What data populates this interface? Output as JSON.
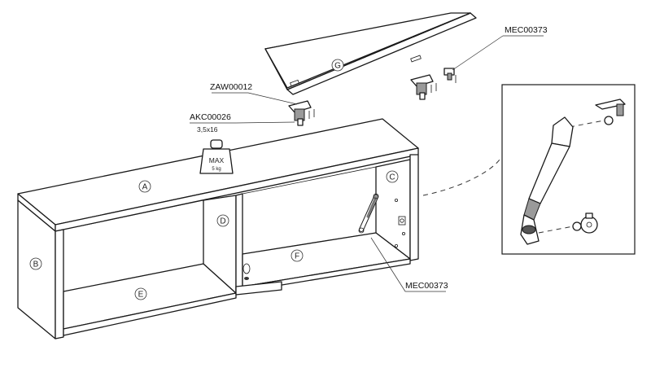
{
  "parts": [
    {
      "id": "part-a",
      "letter": "A"
    },
    {
      "id": "part-b",
      "letter": "B"
    },
    {
      "id": "part-c",
      "letter": "C"
    },
    {
      "id": "part-d",
      "letter": "D"
    },
    {
      "id": "part-e",
      "letter": "E"
    },
    {
      "id": "part-f",
      "letter": "F"
    },
    {
      "id": "part-g",
      "letter": "G"
    }
  ],
  "callouts": {
    "hinge_code": "ZAW00012",
    "screw_code": "AKC00026",
    "screw_size": "3,5x16",
    "gas_strut_top_code": "MEC00373",
    "gas_strut_bottom_code": "MEC00373"
  },
  "weight_limit": {
    "label": "MAX",
    "value": "5 kg"
  }
}
